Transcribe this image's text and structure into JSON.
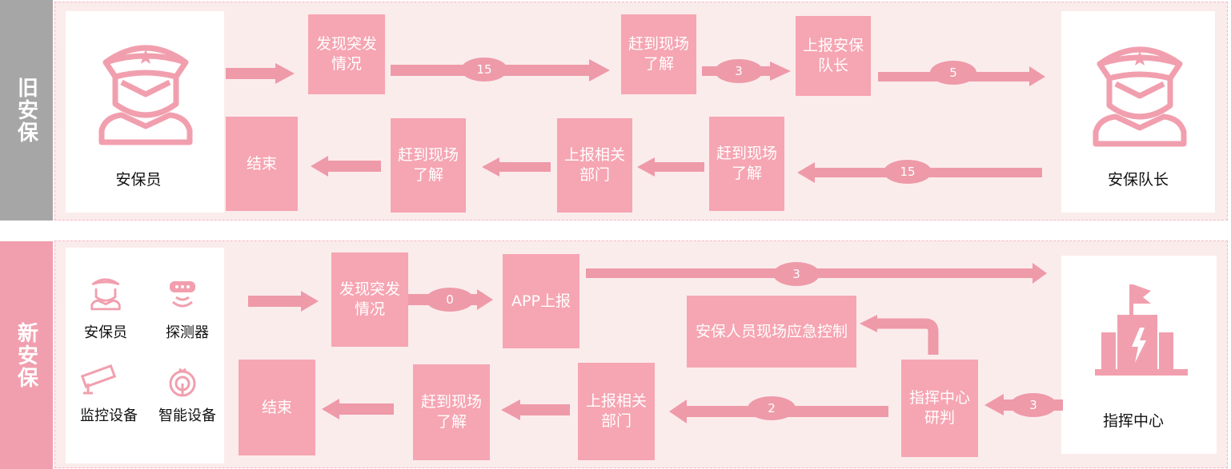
{
  "old": {
    "label": "旧安保",
    "guard_label": "安保员",
    "captain_label": "安保队长",
    "box_discover": "发现突发情况",
    "box_arrive1": "赶到现场了解",
    "box_report_captain": "上报安保队长",
    "box_arrive2": "赶到现场了解",
    "box_report_dept": "上报相关部门",
    "box_arrive3": "赶到现场了解",
    "box_end": "结束",
    "n1": "15",
    "n2": "3",
    "n3": "5",
    "n4": "15"
  },
  "new": {
    "label": "新安保",
    "guard_label": "安保员",
    "detector_label": "探测器",
    "camera_label": "监控设备",
    "smart_label": "智能设备",
    "center_label": "指挥中心",
    "box_discover": "发现突发情况",
    "box_app": "APP上报",
    "box_onsite": "安保人员现场应急控制",
    "box_command": "指挥中心研判",
    "box_report_dept": "上报相关部门",
    "box_arrive": "赶到现场了解",
    "box_end": "结束",
    "n1": "0",
    "n2": "3",
    "n3": "3",
    "n4": "2"
  },
  "colors": {
    "box": "#f6a5b2",
    "arrow": "#ee9aa9",
    "panel": "#fbecec",
    "old_side": "#a6a6a6",
    "new_side": "#f19fae"
  }
}
